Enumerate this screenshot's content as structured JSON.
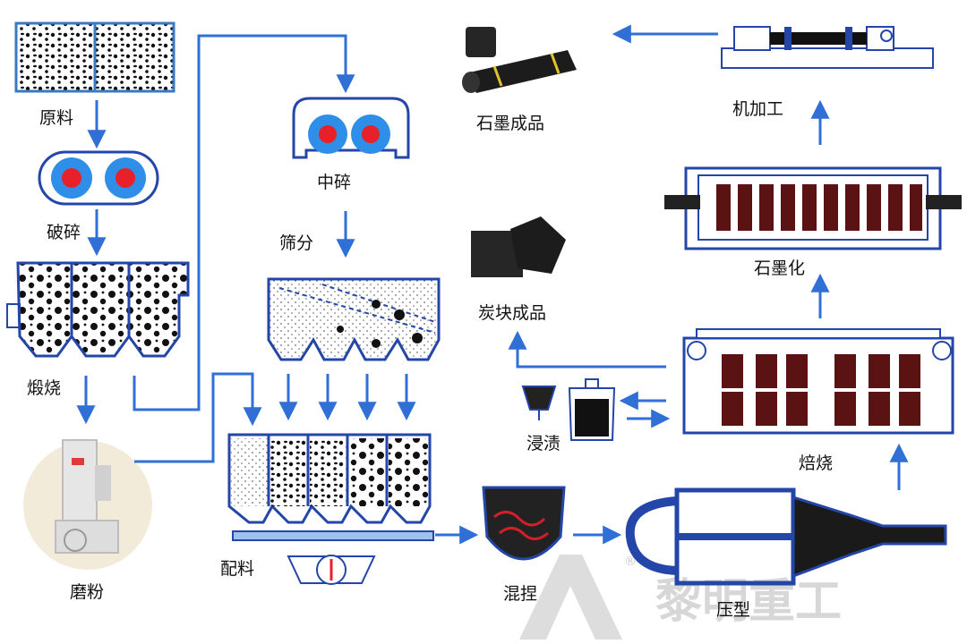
{
  "colors": {
    "flow": "#2f6fd6",
    "outline": "#2346a8",
    "crusher_fill": "#2f8fe8",
    "crusher_core": "#e8202a",
    "carbon_block": "#262626",
    "graphite_bar": "#5a1212",
    "watermark": "#d7d7d7"
  },
  "labels": {
    "raw": "原料",
    "crush": "破碎",
    "calcine": "煅烧",
    "mill": "磨粉",
    "mid_crush": "中碎",
    "screen": "筛分",
    "batching": "配料",
    "kneading": "混捏",
    "pressing": "压型",
    "baking": "焙烧",
    "impregnation": "浸渍",
    "carbon_product": "炭块成品",
    "graphitize": "石墨化",
    "machining": "机加工",
    "graphite_product": "石墨成品"
  },
  "watermark": {
    "text": "黎明重工",
    "mark": "®"
  },
  "icons": [
    "raw-material-bins-icon",
    "jaw-crusher-icon",
    "calciner-icon",
    "grinding-mill-icon",
    "roll-crusher-icon",
    "vibrating-screen-icon",
    "batching-bins-icon",
    "mixer-icon",
    "press-icon",
    "baking-furnace-icon",
    "impregnation-tank-icon",
    "carbon-block-icon",
    "graphitization-furnace-icon",
    "lathe-icon",
    "graphite-electrode-icon"
  ]
}
